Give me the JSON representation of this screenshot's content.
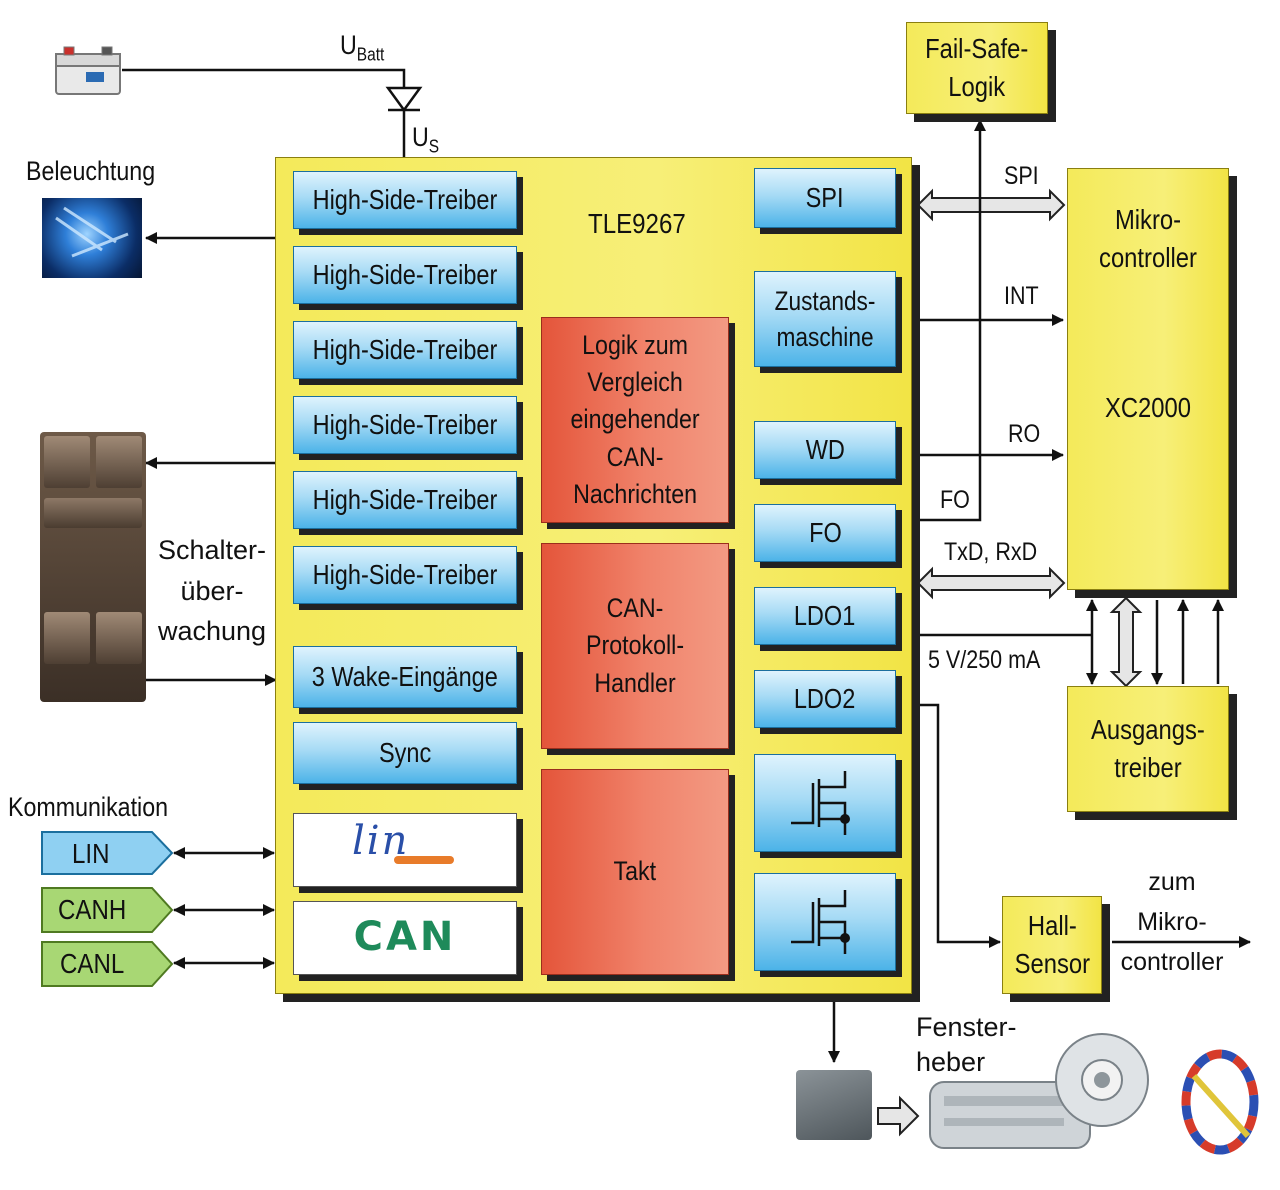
{
  "main_chip": {
    "name": "TLE9267",
    "left_blocks": [
      "High-Side-Treiber",
      "High-Side-Treiber",
      "High-Side-Treiber",
      "High-Side-Treiber",
      "High-Side-Treiber",
      "High-Side-Treiber",
      "3 Wake-Eingänge",
      "Sync"
    ],
    "logos": {
      "lin": "lin",
      "can": "CAN"
    },
    "center_blocks": [
      "Logik zum\nVergleich\neingehender\nCAN-\nNachrichten",
      "CAN-\nProtokoll-\nHandler",
      "Takt"
    ],
    "right_blocks": [
      "SPI",
      "Zustands-\nmaschine",
      "WD",
      "FO",
      "LDO1",
      "LDO2"
    ]
  },
  "power": {
    "ubatt": "U",
    "ubatt_sub": "Batt",
    "us": "U",
    "us_sub": "S"
  },
  "external": {
    "failsafe": "Fail-Safe-\nLogik",
    "microcontroller": "Mikro-\ncontroller",
    "microcontroller_type": "XC2000",
    "output_driver": "Ausgangs-\ntreiber",
    "hall_sensor": "Hall-\nSensor",
    "to_micro": "zum\nMikro-\ncontroller",
    "window_lift": "Fenster-\nheber",
    "lighting": "Beleuchtung",
    "switch_monitor": "Schalter-\nüber-\nwachung",
    "communication": "Kommunikation"
  },
  "signals": [
    "SPI",
    "INT",
    "RO",
    "FO",
    "TxD, RxD",
    "5 V/250 mA"
  ],
  "bus_tags": [
    {
      "label": "LIN",
      "color": "#8fd0f2"
    },
    {
      "label": "CANH",
      "color": "#a8d774"
    },
    {
      "label": "CANL",
      "color": "#a8d774"
    }
  ],
  "colors": {
    "chip": "#f6ec6a",
    "driver": "#6fc4ef",
    "logic": "#ec6f55",
    "box": "#f5ea55",
    "can_logo": "#1e8a5a"
  }
}
